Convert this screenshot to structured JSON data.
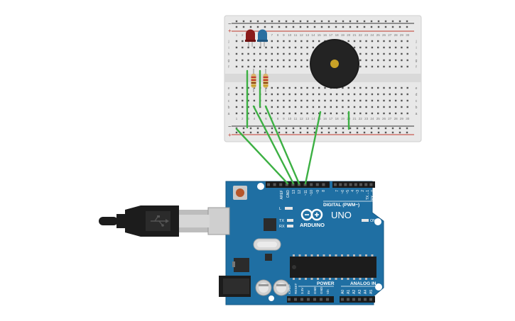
{
  "colors": {
    "board": "#1f6fa3",
    "breadboard": "#e6e6e6",
    "wire": "#3cb043",
    "led_red": "#8b1a1a",
    "led_blue": "#2a6ea0",
    "buzzer": "#1c1c1c",
    "rail_plus": "#c0392b",
    "rail_minus": "#333333"
  },
  "breadboard": {
    "col_numbers": [
      "1",
      "2",
      "3",
      "4",
      "5",
      "6",
      "7",
      "8",
      "9",
      "10",
      "11",
      "12",
      "13",
      "14",
      "15",
      "16",
      "17",
      "18",
      "19",
      "20",
      "21",
      "22",
      "23",
      "24",
      "25",
      "26",
      "27",
      "28",
      "29",
      "30"
    ],
    "top_rows": [
      "j",
      "i",
      "h",
      "g",
      "f"
    ],
    "bottom_rows": [
      "e",
      "d",
      "c",
      "b",
      "a"
    ],
    "plus_symbol": "+",
    "minus_symbol": "−"
  },
  "components": {
    "leds": [
      {
        "name": "led-red",
        "color": "red"
      },
      {
        "name": "led-blue",
        "color": "blue"
      }
    ],
    "resistor_count": 2,
    "buzzer": "piezo"
  },
  "arduino": {
    "brand": "ARDUINO",
    "model": "UNO",
    "digital_label": "DIGITAL (PWM~)",
    "power_label": "POWER",
    "analog_label": "ANALOG IN",
    "on_label": "ON",
    "led_labels": [
      "L",
      "TX",
      "RX"
    ],
    "top_pins": [
      "AREF",
      "GND",
      "13",
      "12",
      "~11",
      "~10",
      "~9",
      "8",
      "7",
      "~6",
      "~5",
      "4",
      "~3",
      "2",
      "TX→1",
      "RX←0"
    ],
    "power_pins": [
      "IOREF",
      "RESET",
      "3.3V",
      "5V",
      "GND",
      "GND",
      "Vin"
    ],
    "analog_pins": [
      "A0",
      "A1",
      "A2",
      "A3",
      "A4",
      "A5"
    ]
  }
}
